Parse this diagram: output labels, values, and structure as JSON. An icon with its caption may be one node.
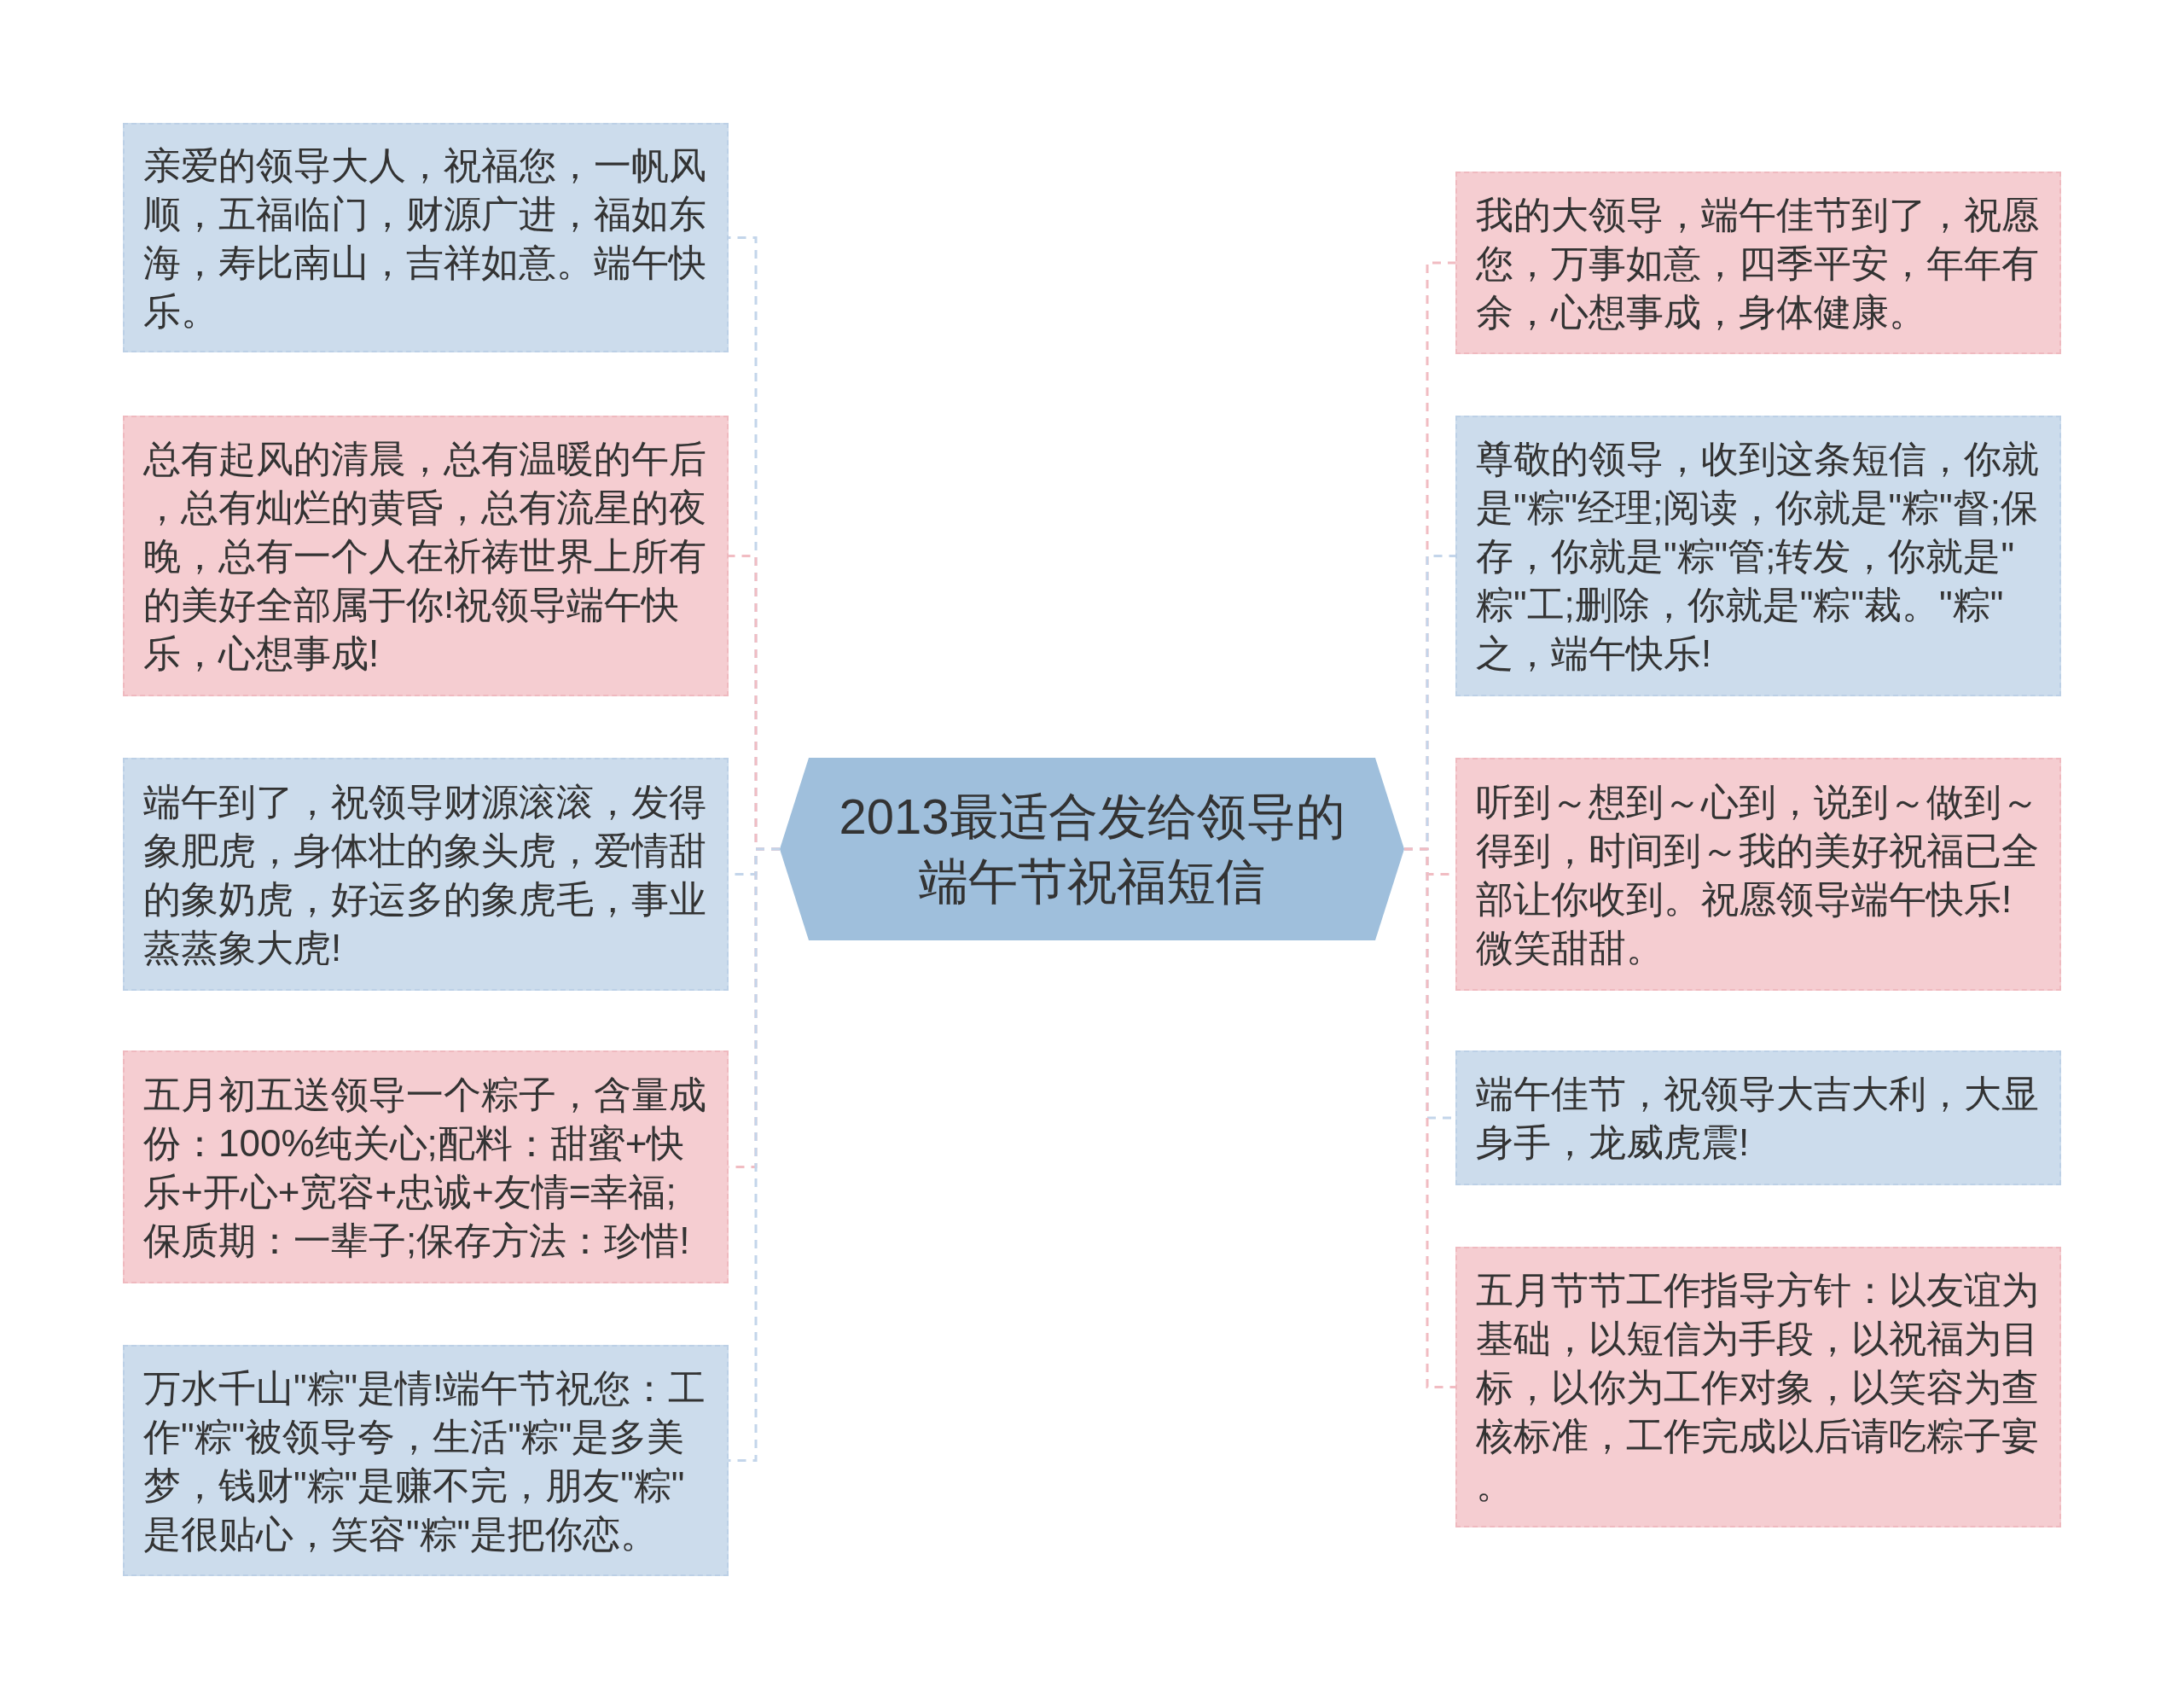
{
  "diagram": {
    "nodes": [
      {
        "text": [
          "2013最适合发给领导的端午节祝福短信"
        ]
      },
      {
        "text": [
          "亲爱的领导大人，祝福您，一帆风顺，五福临门，财源广进，福如东海，寿比南山，吉祥如意。端午快乐。"
        ]
      },
      {
        "text": [
          "总有起风的清晨，总有温暖的午后，总有灿烂的黄昏，总有流星的夜晚，总有一个人在祈祷世界上所有的美好全部属于你!祝领导端午快乐，心想事成!"
        ]
      },
      {
        "text": [
          "端午到了，祝领导财源滚滚，发得象肥虎，身体壮的象头虎，爱情甜的象奶虎，好运多的象虎毛，事业蒸蒸象大虎!"
        ]
      },
      {
        "text": [
          "五月初五送领导一个粽子，含量成份：100%纯关心;配料：甜蜜+快乐+开心+宽容+忠诚+友情=幸福;保质期：一辈子;保存方法：珍惜!"
        ]
      },
      {
        "text": [
          "万水千山\"粽\"是情!端午节祝您：工作\"粽\"被领导夸，生活\"粽\"是多美梦，钱财\"粽\"是赚不完，朋友\"粽\"是很贴心，笑容\"粽\"是把你恋。"
        ]
      },
      {
        "text": [
          "我的大领导，端午佳节到了，祝愿您，万事如意，四季平安，年年有余，心想事成，身体健康。"
        ]
      },
      {
        "text": [
          "尊敬的领导，收到这条短信，你就是\"粽\"经理;阅读，你就是\"粽\"督;保存，你就是\"粽\"管;转发，你就是\"粽\"工;删除，你就是\"粽\"裁。\"粽\"之，端午快乐!"
        ]
      },
      {
        "text": [
          "听到～想到～心到，说到～做到～得到，时间到～我的美好祝福已全部让你收到。祝愿领导端午快乐!微笑甜甜。"
        ]
      },
      {
        "text": [
          "端午佳节，祝领导大吉大利，大显身手，龙威虎震!"
        ]
      },
      {
        "text": [
          "五月节节工作指导方针：以友谊为基础，以短信为手段，以祝福为目标，以你为工作对象，以笑容为查核标准，工作完成以后请吃粽子宴。"
        ]
      }
    ],
    "edges": [
      {
        "from": 0,
        "to": 1,
        "arrow": "none",
        "style": "dashed",
        "color": "#c3d5ea"
      },
      {
        "from": 0,
        "to": 2,
        "arrow": "none",
        "style": "dashed",
        "color": "#f1bcc2"
      },
      {
        "from": 0,
        "to": 3,
        "arrow": "none",
        "style": "dashed",
        "color": "#c3d5ea"
      },
      {
        "from": 0,
        "to": 4,
        "arrow": "none",
        "style": "dashed",
        "color": "#f1bcc2"
      },
      {
        "from": 0,
        "to": 5,
        "arrow": "none",
        "style": "dashed",
        "color": "#c3d5ea"
      },
      {
        "from": 0,
        "to": 6,
        "arrow": "none",
        "style": "dashed",
        "color": "#f1bcc2"
      },
      {
        "from": 0,
        "to": 7,
        "arrow": "none",
        "style": "dashed",
        "color": "#c3d5ea"
      },
      {
        "from": 0,
        "to": 8,
        "arrow": "none",
        "style": "dashed",
        "color": "#f1bcc2"
      },
      {
        "from": 0,
        "to": 9,
        "arrow": "none",
        "style": "dashed",
        "color": "#c3d5ea"
      },
      {
        "from": 0,
        "to": 10,
        "arrow": "none",
        "style": "dashed",
        "color": "#f1bcc2"
      }
    ]
  }
}
